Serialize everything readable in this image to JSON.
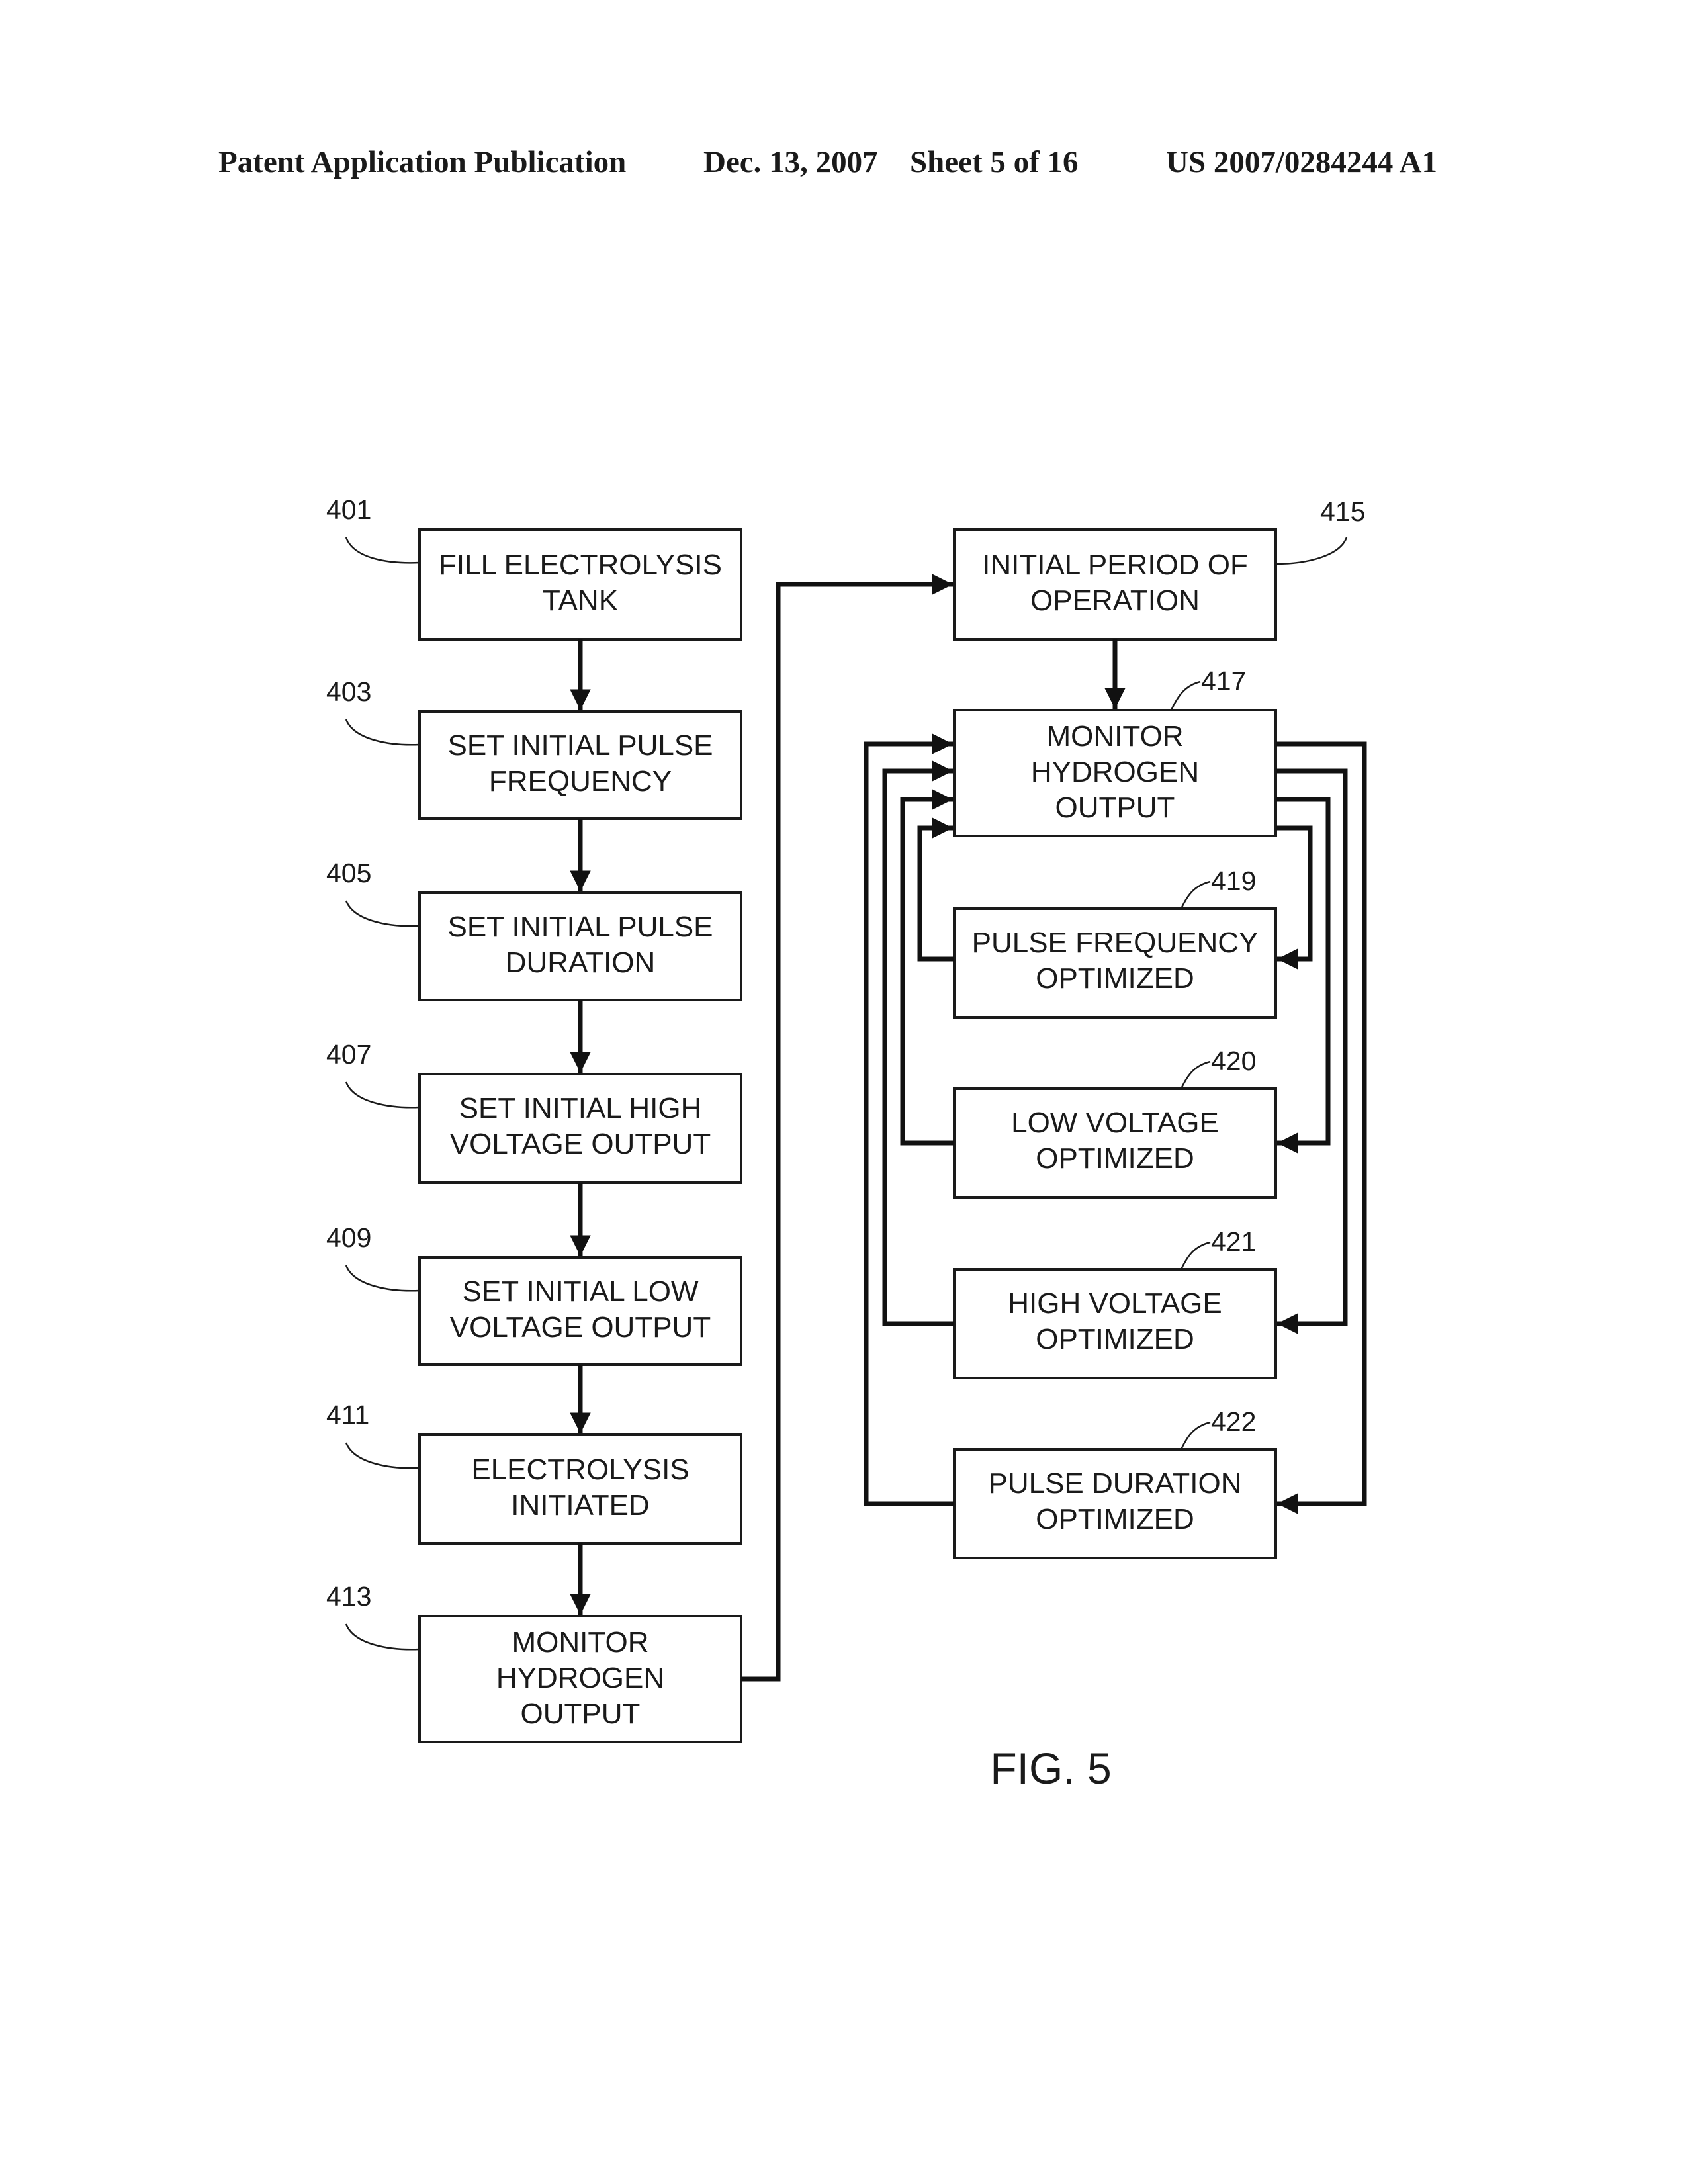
{
  "header": {
    "publication": "Patent Application Publication",
    "date": "Dec. 13, 2007",
    "sheet": "Sheet 5 of 16",
    "number": "US 2007/0284244 A1"
  },
  "figure_label": "FIG. 5",
  "steps": {
    "s401": {
      "ref": "401",
      "line1": "FILL ELECTROLYSIS",
      "line2": "TANK"
    },
    "s403": {
      "ref": "403",
      "line1": "SET INITIAL PULSE",
      "line2": "FREQUENCY"
    },
    "s405": {
      "ref": "405",
      "line1": "SET INITIAL PULSE",
      "line2": "DURATION"
    },
    "s407": {
      "ref": "407",
      "line1": "SET INITIAL HIGH",
      "line2": "VOLTAGE OUTPUT"
    },
    "s409": {
      "ref": "409",
      "line1": "SET INITIAL LOW",
      "line2": "VOLTAGE OUTPUT"
    },
    "s411": {
      "ref": "411",
      "line1": "ELECTROLYSIS",
      "line2": "INITIATED"
    },
    "s413": {
      "ref": "413",
      "line1": "MONITOR",
      "line2": "HYDROGEN",
      "line3": "OUTPUT"
    },
    "s415": {
      "ref": "415",
      "line1": "INITIAL PERIOD OF",
      "line2": "OPERATION"
    },
    "s417": {
      "ref": "417",
      "line1": "MONITOR",
      "line2": "HYDROGEN",
      "line3": "OUTPUT"
    },
    "s419": {
      "ref": "419",
      "line1": "PULSE FREQUENCY",
      "line2": "OPTIMIZED"
    },
    "s420": {
      "ref": "420",
      "line1": "LOW VOLTAGE",
      "line2": "OPTIMIZED"
    },
    "s421": {
      "ref": "421",
      "line1": "HIGH VOLTAGE",
      "line2": "OPTIMIZED"
    },
    "s422": {
      "ref": "422",
      "line1": "PULSE DURATION",
      "line2": "OPTIMIZED"
    }
  }
}
